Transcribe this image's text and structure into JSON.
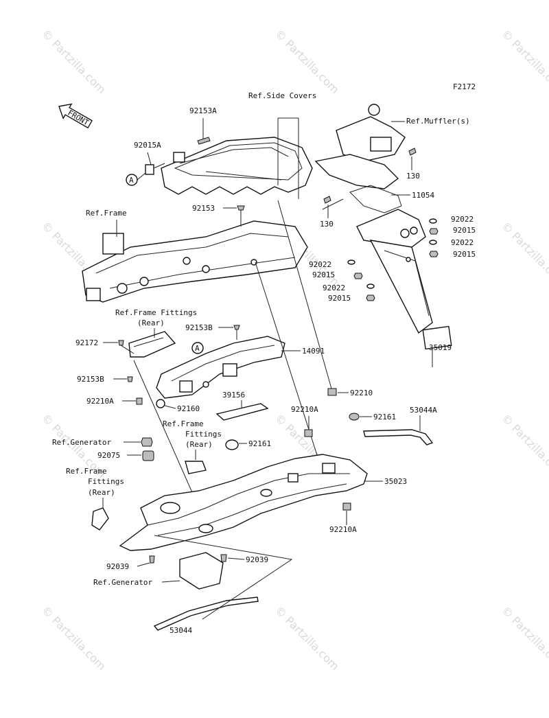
{
  "figure_id": "F2172",
  "front_arrow": "FRONT",
  "watermark": "© Partzilla.com",
  "callouts": {
    "ref_side_covers": "Ref.Side Covers",
    "p92153A": "92153A",
    "p92015A": "92015A",
    "circleA": "A",
    "ref_frame": "Ref.Frame",
    "p92153": "92153",
    "ref_muffler": "Ref.Muffler(s)",
    "p130a": "130",
    "p11054": "11054",
    "p130b": "130",
    "p92022a": "92022",
    "p92015a": "92015",
    "p92022b": "92022",
    "p92015b": "92015",
    "p92022c": "92022",
    "p92015c": "92015",
    "p92022d": "92022",
    "p92015d": "92015",
    "ref_frame_fittings_1": "Ref.Frame Fittings",
    "rear_1": "(Rear)",
    "p92153B_a": "92153B",
    "p92172": "92172",
    "p14091": "14091",
    "p92153B_b": "92153B",
    "p35019": "35019",
    "p92210A_a": "92210A",
    "p92160": "92160",
    "p39156": "39156",
    "p92210": "92210",
    "ref_frame_fittings_2a": "Ref.Frame",
    "ref_frame_fittings_2b": "Fittings",
    "rear_2": "(Rear)",
    "p92210A_b": "92210A",
    "p92161a": "92161",
    "p53044A": "53044A",
    "ref_generator_1": "Ref.Generator",
    "p92161b": "92161",
    "p92075": "92075",
    "ref_frame_fittings_3a": "Ref.Frame",
    "ref_frame_fittings_3b": "Fittings",
    "rear_3": "(Rear)",
    "p35023": "35023",
    "p92210A_c": "92210A",
    "p92039a": "92039",
    "p92039b": "92039",
    "ref_generator_2": "Ref.Generator",
    "p53044": "53044"
  }
}
